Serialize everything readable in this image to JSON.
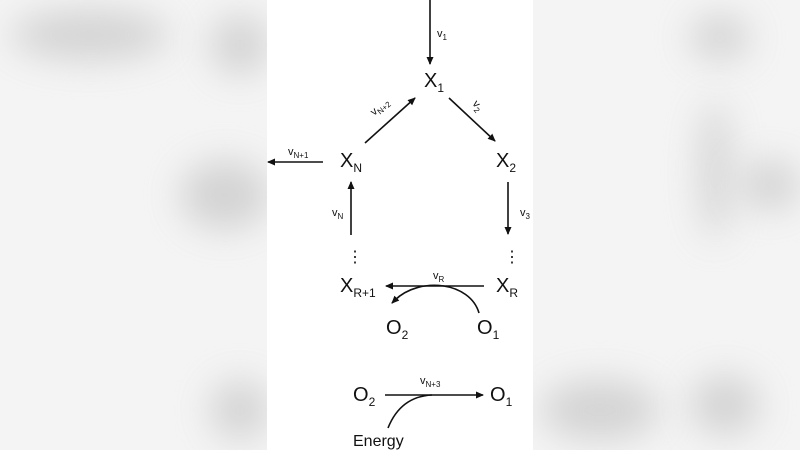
{
  "diagram": {
    "type": "metabolic-cycle-with-redox-coupling",
    "nodes": {
      "x1": {
        "base": "X",
        "sub": "1"
      },
      "x2": {
        "base": "X",
        "sub": "2"
      },
      "xn": {
        "base": "X",
        "sub": "N"
      },
      "xr": {
        "base": "X",
        "sub": "R"
      },
      "xr1": {
        "base": "X",
        "sub": "R+1"
      },
      "o1_top": {
        "base": "O",
        "sub": "1"
      },
      "o2_top": {
        "base": "O",
        "sub": "2"
      },
      "o2_bottom": {
        "base": "O",
        "sub": "2"
      },
      "o1_bottom": {
        "base": "O",
        "sub": "1"
      },
      "energy": "Energy",
      "ellipsis": "⋮"
    },
    "edges": {
      "v1": {
        "base": "v",
        "sub": "1",
        "from": "input",
        "to": "X1"
      },
      "v2": {
        "base": "v",
        "sub": "2",
        "from": "X1",
        "to": "X2"
      },
      "v3": {
        "base": "v",
        "sub": "3",
        "from": "X2",
        "to": "..."
      },
      "vR": {
        "base": "v",
        "sub": "R",
        "from": "XR",
        "to": "XR+1",
        "coupled": "O1 -> O2"
      },
      "vN": {
        "base": "v",
        "sub": "N",
        "from": "...",
        "to": "XN"
      },
      "vN1": {
        "base": "v",
        "sub": "N+1",
        "from": "XN",
        "to": "output"
      },
      "vN2": {
        "base": "v",
        "sub": "N+2",
        "from": "XN",
        "to": "X1"
      },
      "vN3": {
        "base": "v",
        "sub": "N+3",
        "from": "O2",
        "to": "O1",
        "coupled": "Energy"
      }
    }
  }
}
